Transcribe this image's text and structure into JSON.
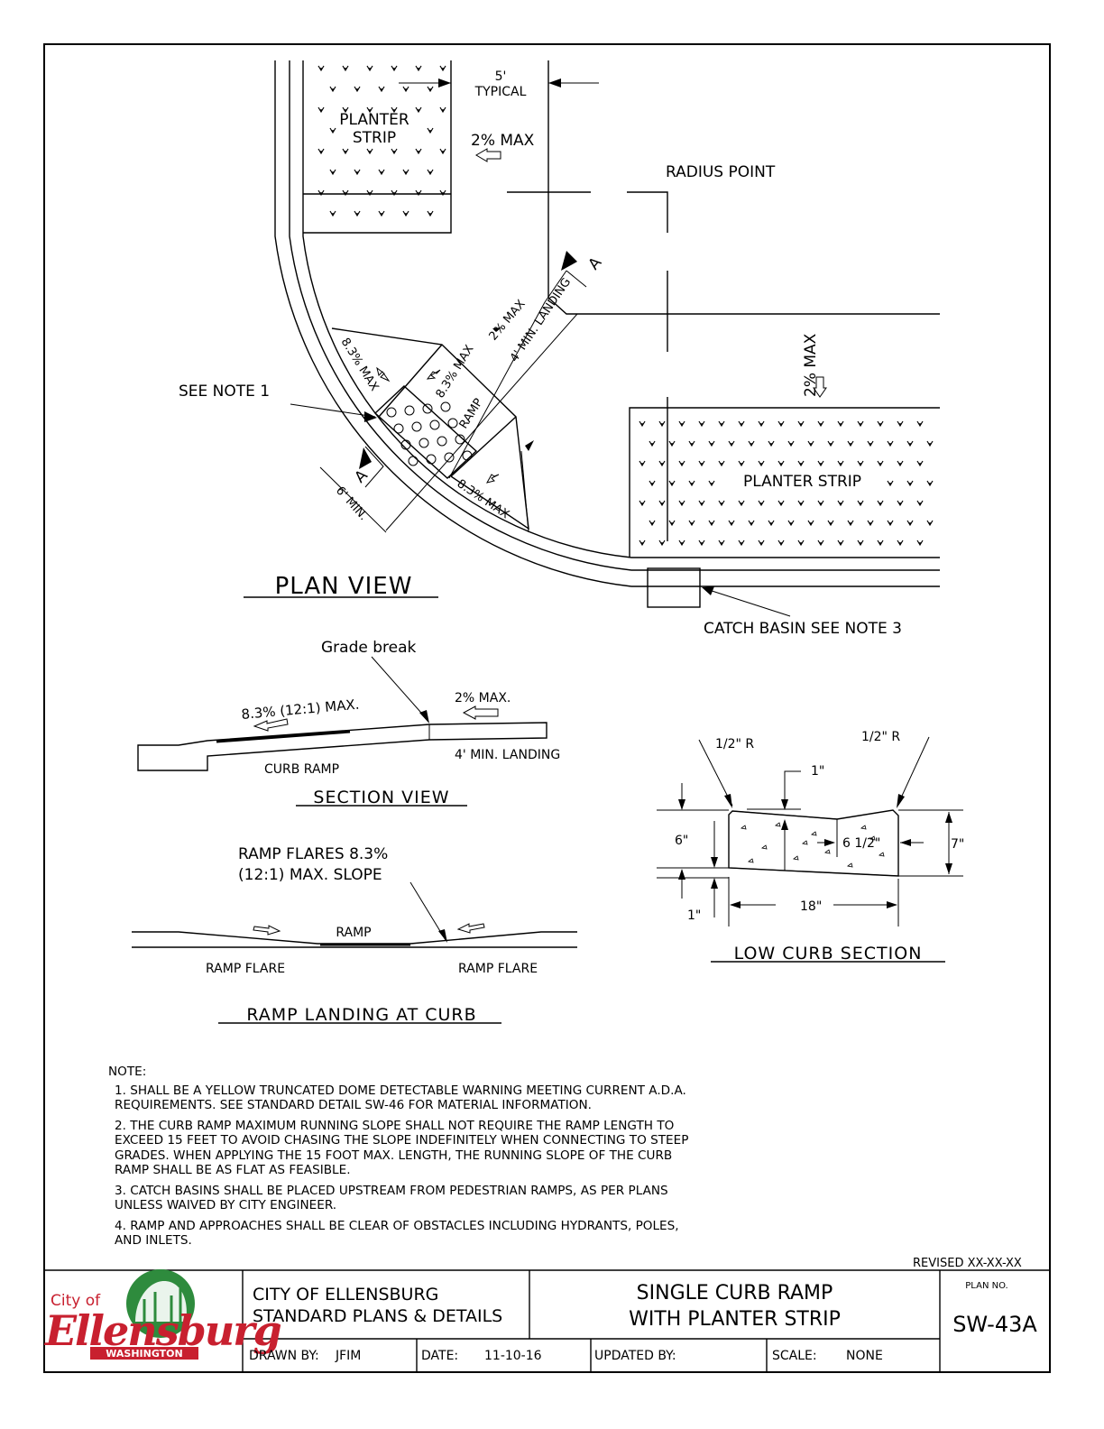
{
  "plan_view": {
    "title": "PLAN VIEW",
    "labels": {
      "five_ft": "5'",
      "typical": "TYPICAL",
      "planter_strip_top_1": "PLANTER",
      "planter_strip_top_2": "STRIP",
      "two_pct_max_top": "2% MAX",
      "radius_point": "RADIUS POINT",
      "two_pct_max_diag": "2% MAX",
      "four_min_landing": "4' MIN. LANDING",
      "section_a_top": "A",
      "section_a_bottom": "A",
      "two_pct_max_vert": "2% MAX",
      "see_note_1": "SEE NOTE 1",
      "ramp_slope_left": "8.3% MAX",
      "ramp_slope_mid": "8.3% MAX",
      "ramp": "RAMP",
      "ramp_slope_bottom": "8.3% MAX",
      "six_min": "6' MIN.",
      "planter_strip_right": "PLANTER STRIP",
      "catch_basin": "CATCH BASIN SEE NOTE 3"
    }
  },
  "section_view": {
    "title": "SECTION VIEW",
    "grade_break": "Grade break",
    "ramp_slope": "8.3% (12:1) MAX.",
    "landing_slope": "2% MAX.",
    "curb_ramp": "CURB RAMP",
    "landing": "4' MIN. LANDING"
  },
  "ramp_landing": {
    "title": "RAMP LANDING AT CURB",
    "flares_line1": "RAMP FLARES 8.3%",
    "flares_line2": "(12:1) MAX. SLOPE",
    "ramp": "RAMP",
    "flare_left": "RAMP FLARE",
    "flare_right": "RAMP FLARE"
  },
  "low_curb": {
    "title": "LOW CURB SECTION",
    "radius_left": "1/2\" R",
    "radius_right": "1/2\" R",
    "one_in_top": "1\"",
    "six_in": "6\"",
    "six_half_in": "6 1/2\"",
    "seven_in": "7\"",
    "one_in_bottom": "1\"",
    "eighteen_in": "18\""
  },
  "notes": {
    "heading": "NOTE:",
    "items": [
      "1. SHALL BE A YELLOW TRUNCATED DOME DETECTABLE WARNING MEETING CURRENT A.D.A. REQUIREMENTS.   SEE STANDARD DETAIL SW-46 FOR MATERIAL INFORMATION.",
      "2. THE CURB RAMP MAXIMUM RUNNING SLOPE SHALL NOT REQUIRE THE RAMP LENGTH TO EXCEED 15 FEET TO AVOID CHASING THE SLOPE INDEFINITELY WHEN CONNECTING TO STEEP GRADES. WHEN APPLYING THE 15 FOOT MAX. LENGTH, THE RUNNING SLOPE OF THE CURB RAMP SHALL BE AS FLAT AS FEASIBLE.",
      "3. CATCH BASINS SHALL BE PLACED UPSTREAM FROM PEDESTRIAN RAMPS, AS PER PLANS UNLESS WAIVED BY CITY ENGINEER.",
      "4. RAMP AND APPROACHES SHALL BE CLEAR OF OBSTACLES INCLUDING HYDRANTS, POLES, AND INLETS."
    ]
  },
  "title_block": {
    "revised": "REVISED XX-XX-XX",
    "logo_city_of": "City of",
    "logo_name": "Ellensburg",
    "logo_state": "WASHINGTON",
    "org_line1": "CITY OF ELLENSBURG",
    "org_line2": "STANDARD PLANS & DETAILS",
    "title_line1": "SINGLE CURB RAMP",
    "title_line2": "WITH PLANTER STRIP",
    "plan_no_label": "PLAN NO.",
    "plan_no": "SW-43A",
    "drawn_by_label": "DRAWN BY:",
    "drawn_by": "JFIM",
    "date_label": "DATE:",
    "date": "11-10-16",
    "updated_by_label": "UPDATED BY:",
    "updated_by": "",
    "scale_label": "SCALE:",
    "scale": "NONE"
  },
  "colors": {
    "logo_red": "#c8202f",
    "logo_green": "#2e8b3d",
    "line": "#000000"
  }
}
